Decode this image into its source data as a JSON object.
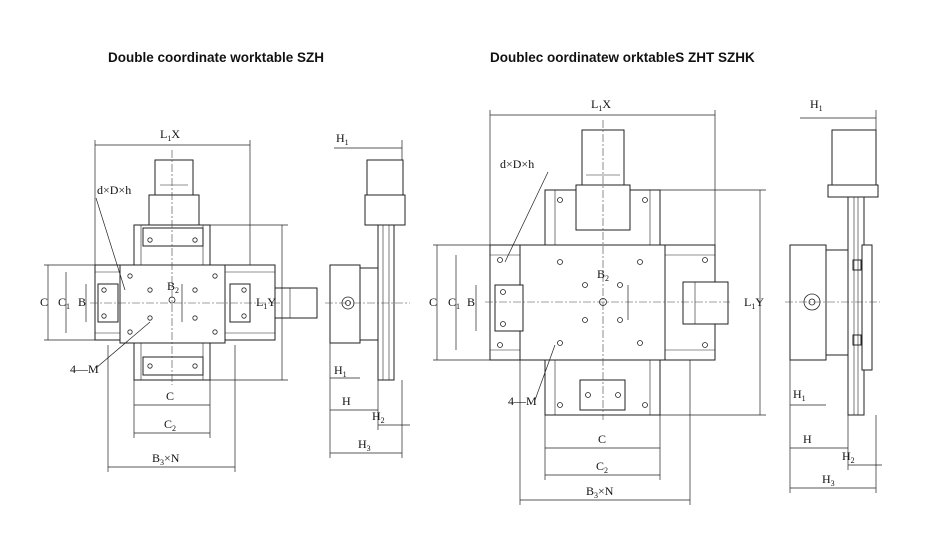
{
  "titles": {
    "left": "Double coordinate worktable SZH",
    "right": "Doublec oordinatew orktableS ZHT SZHK"
  },
  "labels": {
    "L1X": "L",
    "L1X_sub": "1",
    "L1X_tail": "X",
    "L1Y": "L",
    "L1Y_sub": "1",
    "L1Y_tail": "Y",
    "dDh": "d×D×h",
    "fourM": "4—M",
    "C": "C",
    "C1": "C",
    "C1_sub": "1",
    "C2": "C",
    "C2_sub": "2",
    "B": "B",
    "B2": "B",
    "B2_sub": "2",
    "B3N": "B",
    "B3N_sub": "3",
    "B3N_tail": "×N",
    "H": "H",
    "H1": "H",
    "H1_sub": "1",
    "H2": "H",
    "H2_sub": "2",
    "H3": "H",
    "H3_sub": "3"
  }
}
